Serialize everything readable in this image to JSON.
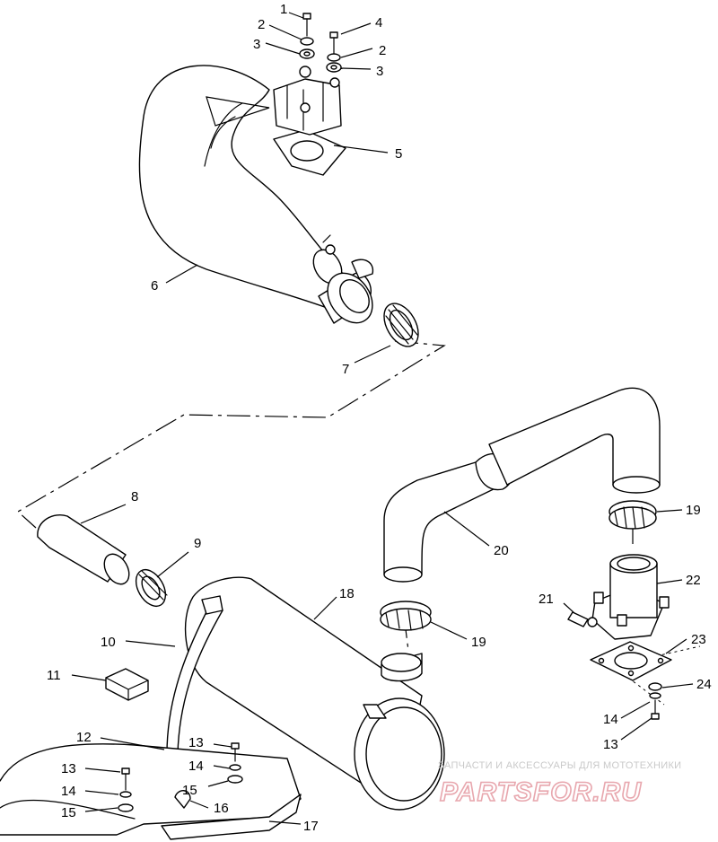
{
  "callouts": {
    "c1": "1",
    "c2a": "2",
    "c3a": "3",
    "c4": "4",
    "c2b": "2",
    "c3b": "3",
    "c5": "5",
    "c6": "6",
    "c7": "7",
    "c8": "8",
    "c9": "9",
    "c10": "10",
    "c11": "11",
    "c12": "12",
    "c13a": "13",
    "c14a": "14",
    "c15a": "15",
    "c13b": "13",
    "c14b": "14",
    "c15b": "15",
    "c16": "16",
    "c17": "17",
    "c18": "18",
    "c19a": "19",
    "c20": "20",
    "c19b": "19",
    "c21": "21",
    "c22": "22",
    "c23": "23",
    "c24": "24",
    "c14c": "14",
    "c13c": "13"
  },
  "watermark": {
    "tagline": "ЗАПЧАСТИ И АКСЕССУАРЫ ДЛЯ МОТОТЕХНИКИ",
    "brand": "PARTSFOR.RU",
    "brand_color": "#e8a7ae"
  }
}
